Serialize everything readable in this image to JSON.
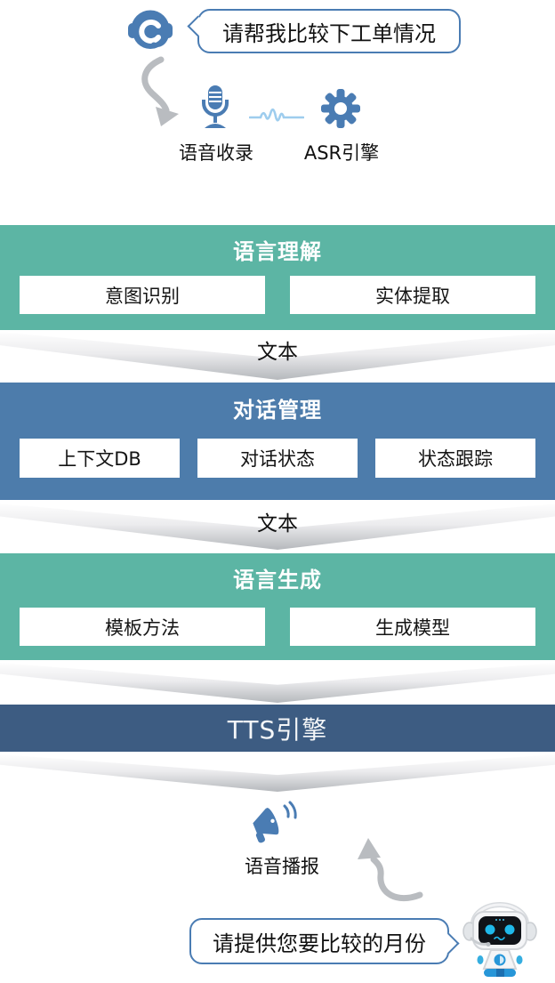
{
  "colors": {
    "accent_blue": "#4a7cb3",
    "stage_green": "#5cb5a4",
    "stage_blue": "#4d7cab",
    "stage_dark_blue": "#3d5c82",
    "arrow_gray": "#b9bcc0",
    "waveform_blue": "#9ecdee"
  },
  "input_flow": {
    "user_bubble_text": "请帮我比较下工单情况",
    "voice_capture_label": "语音收录",
    "asr_label": "ASR引擎"
  },
  "flow_arrow_label": "文本",
  "stages": {
    "nlu": {
      "title": "语言理解",
      "items": [
        "意图识别",
        "实体提取"
      ]
    },
    "dm": {
      "title": "对话管理",
      "items": [
        "上下文DB",
        "对话状态",
        "状态跟踪"
      ]
    },
    "nlg": {
      "title": "语言生成",
      "items": [
        "模板方法",
        "生成模型"
      ]
    },
    "tts": {
      "title": "TTS引擎"
    }
  },
  "output_flow": {
    "broadcast_label": "语音播报",
    "bot_bubble_text": "请提供您要比较的月份"
  }
}
